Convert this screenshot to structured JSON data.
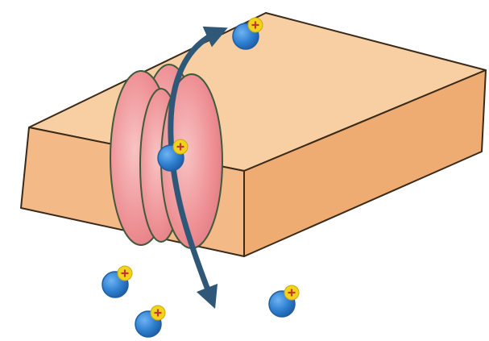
{
  "diagram": {
    "colors": {
      "membrane_top": "#f7cfa3",
      "membrane_front": "#f3b987",
      "membrane_side": "#eeab72",
      "membrane_edge": "#3a2a1a",
      "channel_fill": "#ef8f93",
      "channel_fill_light": "#f6b3b5",
      "channel_edge": "#3f5a3c",
      "path_arrow": "#2f5878",
      "ion_blue": "#2e7fd0",
      "ion_blue_dark": "#1f5ea3",
      "charge_yellow": "#f3d21e",
      "charge_sign": "#c0392b"
    },
    "icons": {
      "ion": "blue-sphere-with-positive-charge",
      "channel": "pink-lobed-channel-protein",
      "path": "curved-arrow"
    }
  }
}
